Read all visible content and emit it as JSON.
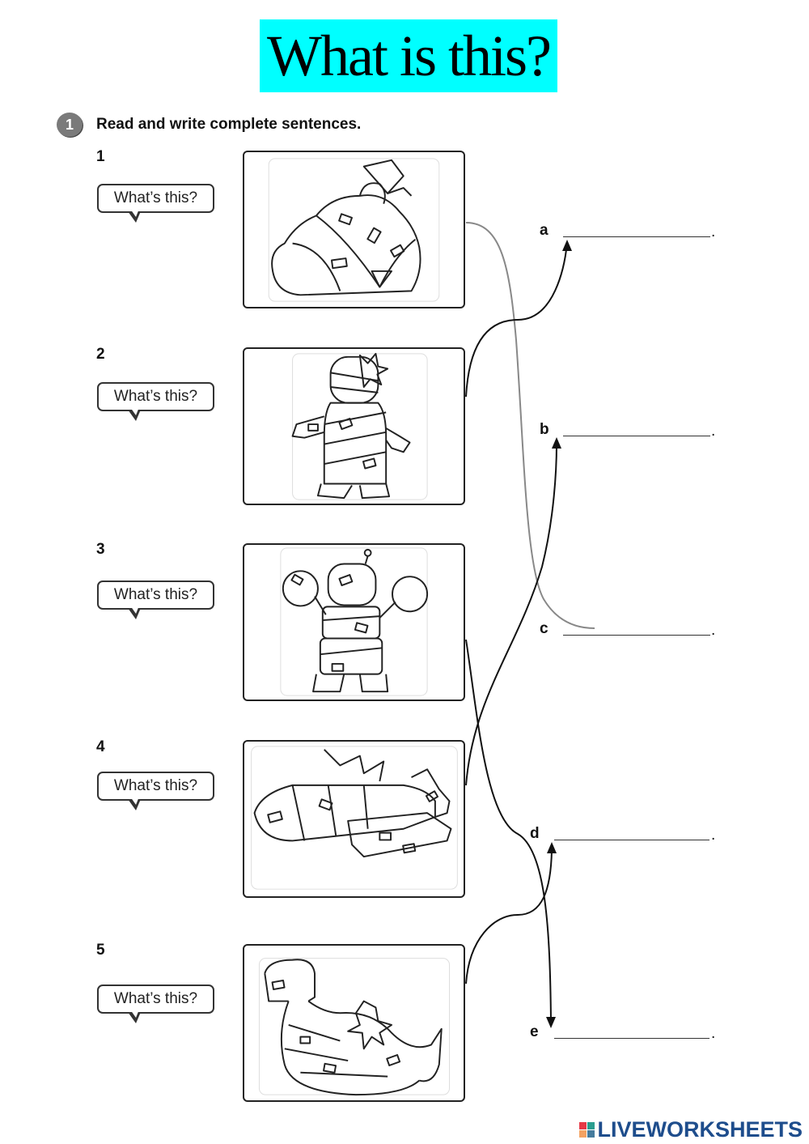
{
  "title": "What is this?",
  "exercise": {
    "number": "1",
    "instruction": "Read and write complete sentences."
  },
  "items": [
    {
      "number": "1",
      "question": "What’s this?",
      "picture": "wrapped-car-icon"
    },
    {
      "number": "2",
      "question": "What’s this?",
      "picture": "wrapped-teddy-bear-icon"
    },
    {
      "number": "3",
      "question": "What’s this?",
      "picture": "wrapped-robot-icon"
    },
    {
      "number": "4",
      "question": "What’s this?",
      "picture": "wrapped-plane-icon"
    },
    {
      "number": "5",
      "question": "What’s this?",
      "picture": "wrapped-dinosaur-icon"
    }
  ],
  "answers": [
    {
      "letter": "a",
      "value": "",
      "end": "."
    },
    {
      "letter": "b",
      "value": "",
      "end": "."
    },
    {
      "letter": "c",
      "value": "",
      "end": "."
    },
    {
      "letter": "d",
      "value": "",
      "end": "."
    },
    {
      "letter": "e",
      "value": "",
      "end": "."
    }
  ],
  "brand": {
    "name": "LIVEWORKSHEETS",
    "logo_colors": [
      "#e63946",
      "#2a9d8f",
      "#f4a261",
      "#457b9d"
    ]
  },
  "colors": {
    "title_bg": "#00ffff",
    "brand_text": "#1e4d8c"
  }
}
